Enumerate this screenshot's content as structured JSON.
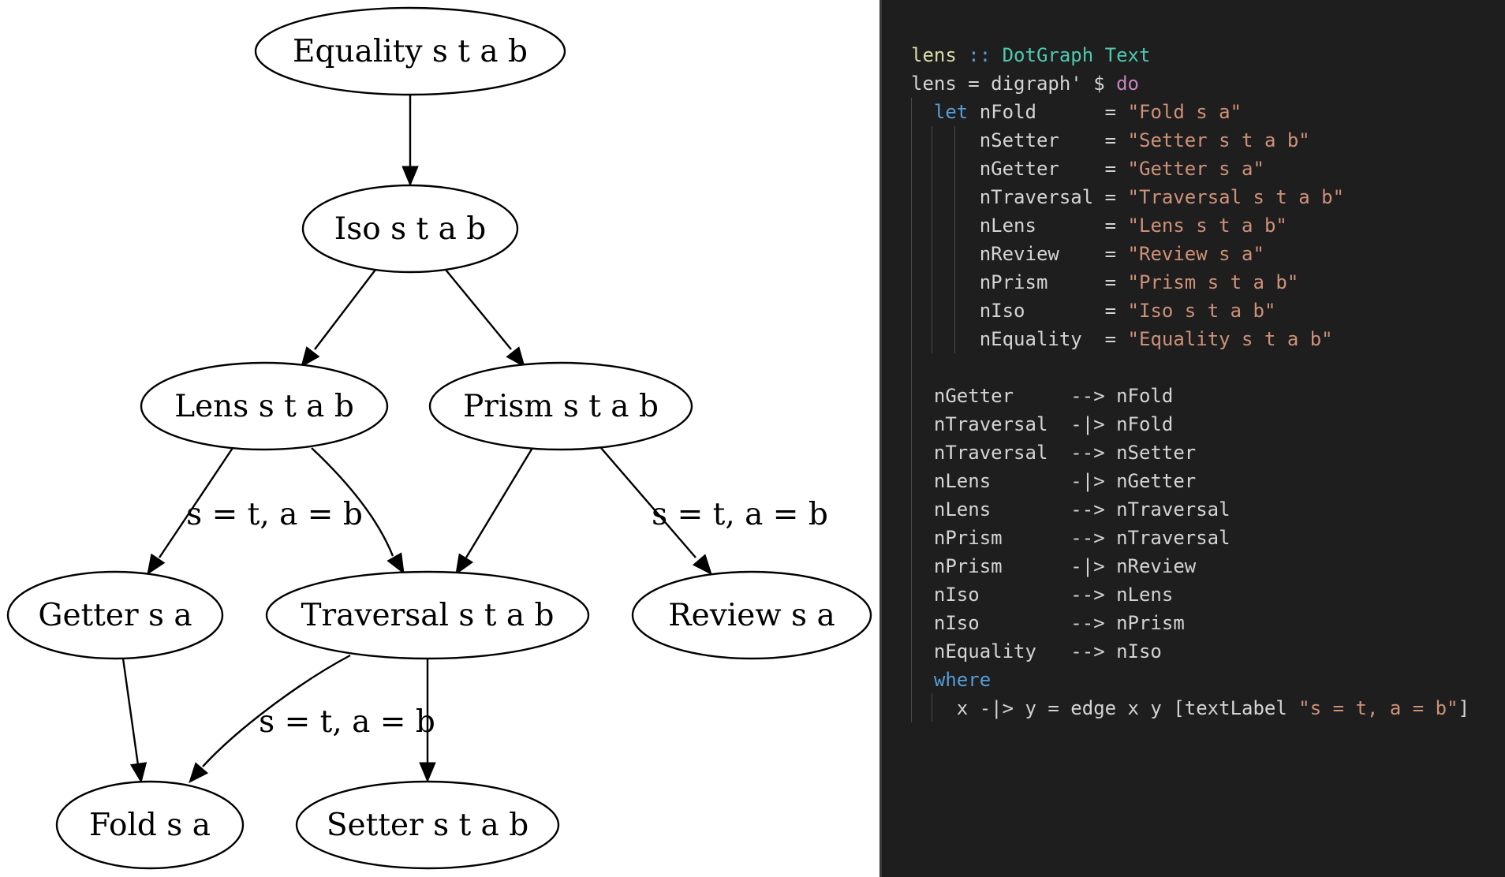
{
  "colors": {
    "plain": "#d4d4d4",
    "funcname": "#dcdcaa",
    "keyword": "#569cd6",
    "type": "#4ec9b0",
    "control": "#c586c0",
    "string": "#ce9178"
  },
  "diagram": {
    "nodes": [
      {
        "id": "equality",
        "label": "Equality s t a b"
      },
      {
        "id": "iso",
        "label": "Iso s t a b"
      },
      {
        "id": "lens",
        "label": "Lens s t a b"
      },
      {
        "id": "prism",
        "label": "Prism s t a b"
      },
      {
        "id": "getter",
        "label": "Getter s a"
      },
      {
        "id": "traversal",
        "label": "Traversal s t a b"
      },
      {
        "id": "review",
        "label": "Review s a"
      },
      {
        "id": "fold",
        "label": "Fold s a"
      },
      {
        "id": "setter",
        "label": "Setter s t a b"
      }
    ],
    "edges": [
      {
        "from": "equality",
        "to": "iso",
        "label": ""
      },
      {
        "from": "iso",
        "to": "lens",
        "label": ""
      },
      {
        "from": "iso",
        "to": "prism",
        "label": ""
      },
      {
        "from": "lens",
        "to": "getter",
        "label": "s = t, a = b"
      },
      {
        "from": "lens",
        "to": "traversal",
        "label": ""
      },
      {
        "from": "prism",
        "to": "traversal",
        "label": ""
      },
      {
        "from": "prism",
        "to": "review",
        "label": "s = t, a = b"
      },
      {
        "from": "getter",
        "to": "fold",
        "label": ""
      },
      {
        "from": "traversal",
        "to": "fold",
        "label": "s = t, a = b"
      },
      {
        "from": "traversal",
        "to": "setter",
        "label": ""
      }
    ]
  },
  "code": {
    "lines": [
      [
        [
          "lens",
          "funcname"
        ],
        [
          " :: ",
          "keyword"
        ],
        [
          "DotGraph",
          "type"
        ],
        [
          " ",
          "plain"
        ],
        [
          "Text",
          "type"
        ]
      ],
      [
        [
          "lens = digraph' $ ",
          "plain"
        ],
        [
          "do",
          "control"
        ]
      ],
      [
        [
          "  ",
          "plain"
        ],
        [
          "let",
          "keyword"
        ],
        [
          " nFold      = ",
          "plain"
        ],
        [
          "\"Fold s a\"",
          "string"
        ]
      ],
      [
        [
          "      nSetter    = ",
          "plain"
        ],
        [
          "\"Setter s t a b\"",
          "string"
        ]
      ],
      [
        [
          "      nGetter    = ",
          "plain"
        ],
        [
          "\"Getter s a\"",
          "string"
        ]
      ],
      [
        [
          "      nTraversal = ",
          "plain"
        ],
        [
          "\"Traversal s t a b\"",
          "string"
        ]
      ],
      [
        [
          "      nLens      = ",
          "plain"
        ],
        [
          "\"Lens s t a b\"",
          "string"
        ]
      ],
      [
        [
          "      nReview    = ",
          "plain"
        ],
        [
          "\"Review s a\"",
          "string"
        ]
      ],
      [
        [
          "      nPrism     = ",
          "plain"
        ],
        [
          "\"Prism s t a b\"",
          "string"
        ]
      ],
      [
        [
          "      nIso       = ",
          "plain"
        ],
        [
          "\"Iso s t a b\"",
          "string"
        ]
      ],
      [
        [
          "      nEquality  = ",
          "plain"
        ],
        [
          "\"Equality s t a b\"",
          "string"
        ]
      ],
      [
        [
          "",
          "plain"
        ]
      ],
      [
        [
          "  nGetter     --> nFold",
          "plain"
        ]
      ],
      [
        [
          "  nTraversal  -|> nFold",
          "plain"
        ]
      ],
      [
        [
          "  nTraversal  --> nSetter",
          "plain"
        ]
      ],
      [
        [
          "  nLens       -|> nGetter",
          "plain"
        ]
      ],
      [
        [
          "  nLens       --> nTraversal",
          "plain"
        ]
      ],
      [
        [
          "  nPrism      --> nTraversal",
          "plain"
        ]
      ],
      [
        [
          "  nPrism      -|> nReview",
          "plain"
        ]
      ],
      [
        [
          "  nIso        --> nLens",
          "plain"
        ]
      ],
      [
        [
          "  nIso        --> nPrism",
          "plain"
        ]
      ],
      [
        [
          "  nEquality   --> nIso",
          "plain"
        ]
      ],
      [
        [
          "  ",
          "plain"
        ],
        [
          "where",
          "keyword"
        ]
      ],
      [
        [
          "    x -|> y = edge x y [textLabel ",
          "plain"
        ],
        [
          "\"s = t, a = b\"",
          "string"
        ],
        [
          "]",
          "plain"
        ]
      ]
    ]
  }
}
